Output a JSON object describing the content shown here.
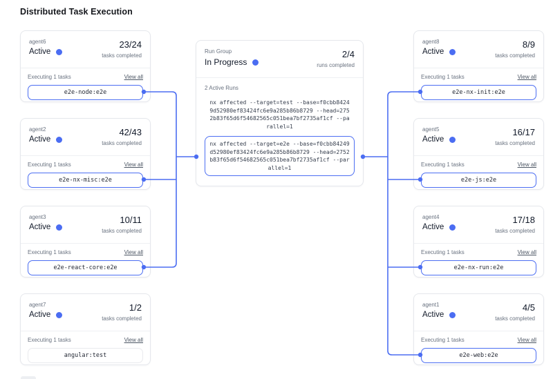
{
  "page": {
    "title": "Distributed Task Execution"
  },
  "labels": {
    "tasks_completed": "tasks completed",
    "executing": "Executing 1 tasks",
    "view_all": "View all"
  },
  "run_group": {
    "label": "Run Group",
    "status": "In Progress",
    "fraction": "2/4",
    "runs_completed_label": "runs completed",
    "active_runs_label": "2 Active Runs",
    "commands": [
      {
        "text": "nx affected --target=test --base=f0cbb8424\n9d52980ef83424fc6e9a285b86b8729 --head=275\n2b83f65d6f54682565c051bea7bf2735af1cf --pa\nrallel=1",
        "highlighted": false
      },
      {
        "text": "nx affected --target=e2e --base=f0cbb84249\nd52980ef83424fc6e9a285b86b8729 --head=2752\nb83f65d6f54682565c051bea7bf2735af1cf --par\nallel=1",
        "highlighted": true
      }
    ]
  },
  "agents": {
    "left": [
      {
        "name": "agent6",
        "status": "Active",
        "fraction": "23/24",
        "task": "e2e-node:e2e",
        "highlighted": true
      },
      {
        "name": "agent2",
        "status": "Active",
        "fraction": "42/43",
        "task": "e2e-nx-misc:e2e",
        "highlighted": true
      },
      {
        "name": "agent3",
        "status": "Active",
        "fraction": "10/11",
        "task": "e2e-react-core:e2e",
        "highlighted": true
      },
      {
        "name": "agent7",
        "status": "Active",
        "fraction": "1/2",
        "task": "angular:test",
        "highlighted": false
      }
    ],
    "right": [
      {
        "name": "agent8",
        "status": "Active",
        "fraction": "8/9",
        "task": "e2e-nx-init:e2e",
        "highlighted": true
      },
      {
        "name": "agent5",
        "status": "Active",
        "fraction": "16/17",
        "task": "e2e-js:e2e",
        "highlighted": true
      },
      {
        "name": "agent4",
        "status": "Active",
        "fraction": "17/18",
        "task": "e2e-nx-run:e2e",
        "highlighted": true
      },
      {
        "name": "agent1",
        "status": "Active",
        "fraction": "4/5",
        "task": "e2e-web:e2e",
        "highlighted": true
      }
    ]
  },
  "colors": {
    "accent": "#4b6df2",
    "card_border": "#e5e7ec"
  }
}
